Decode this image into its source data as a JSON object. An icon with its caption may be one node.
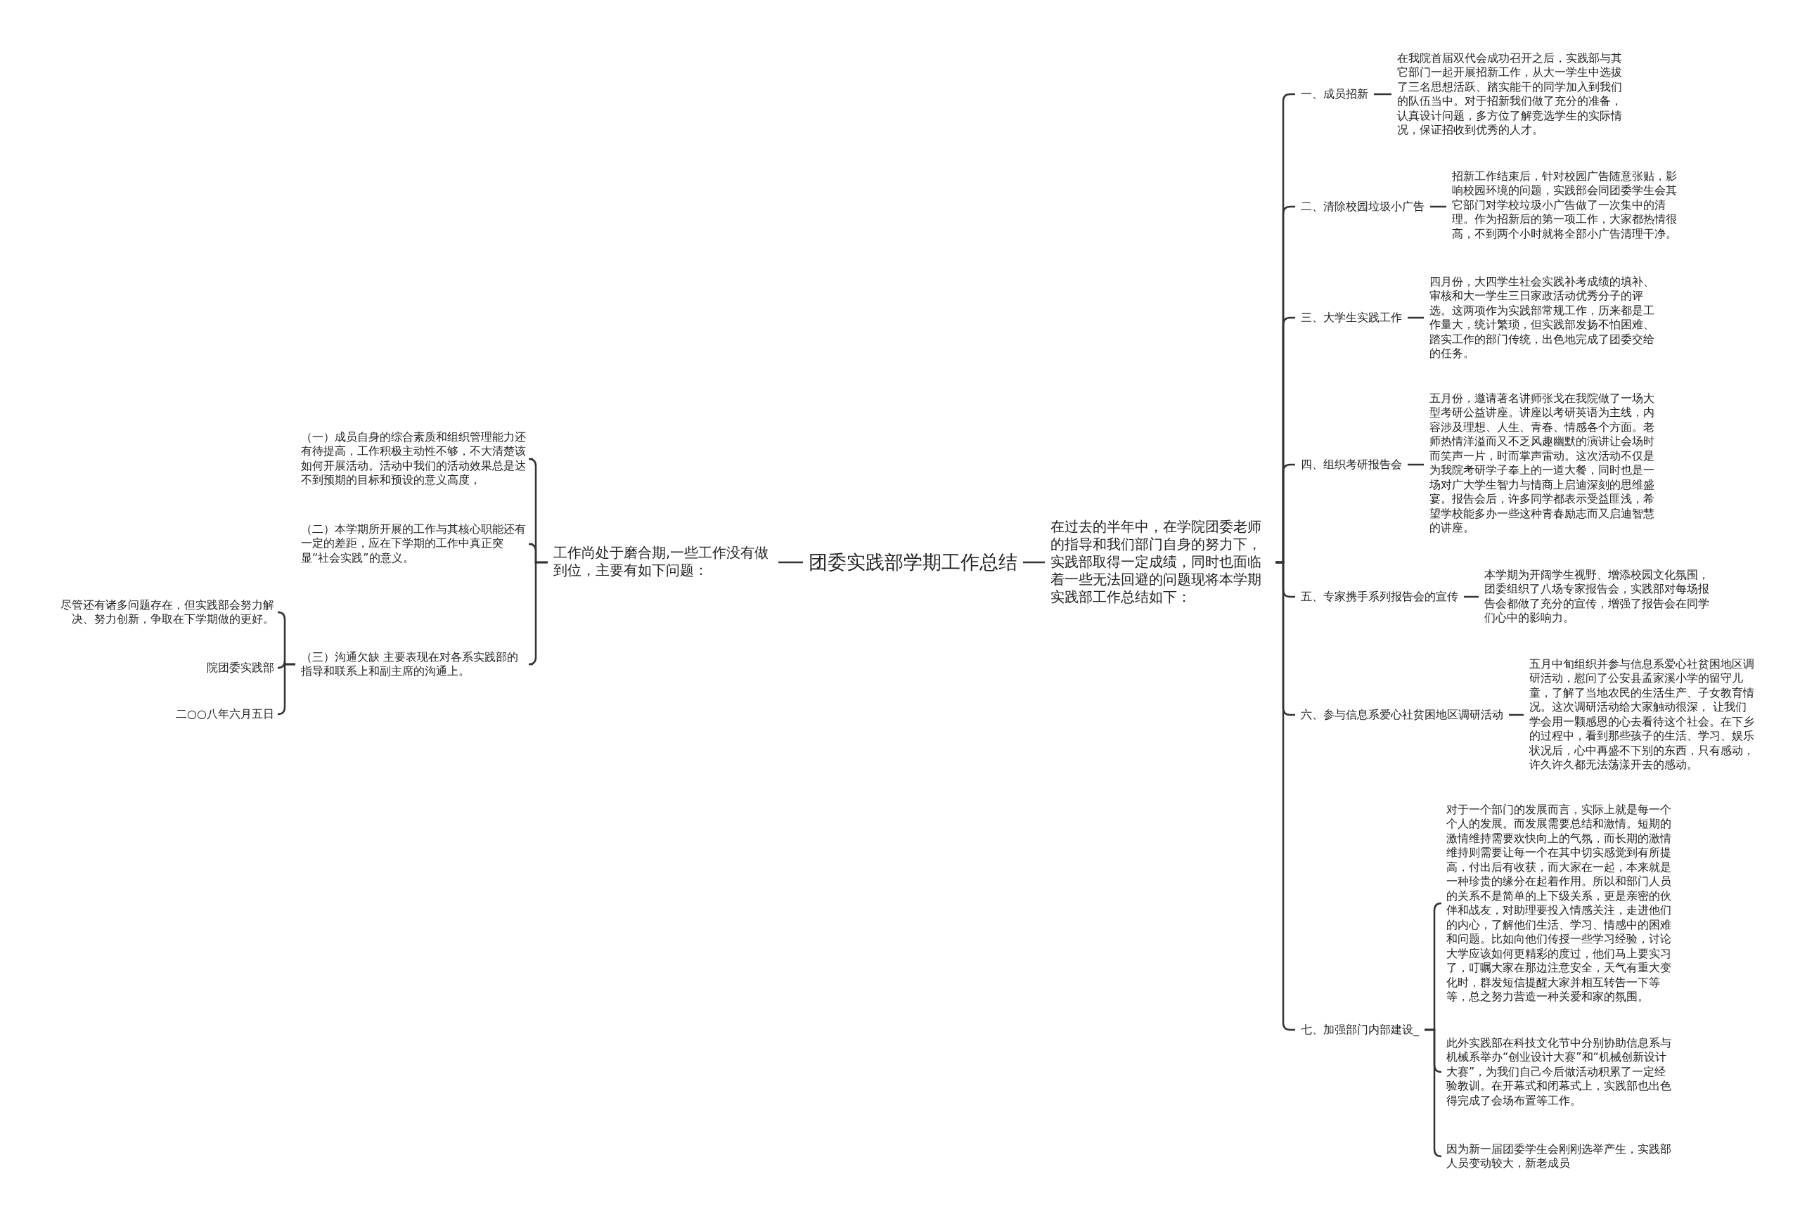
{
  "diagram": {
    "nodes": [
      {
        "text": [
          "团委实践部学期工作总结"
        ]
      },
      {
        "text": [
          "工作尚处于磨合期,一些工作没有做到位，主要有如下问题："
        ]
      },
      {
        "text": [
          "在过去的半年中，在学院团委老师的指导和我们部门自身的努力下，实践部取得一定成绩，同时也面临着一些无法回避的问题现将本学期实践部工作总结如下："
        ]
      },
      {
        "text": [
          "（一）成员自身的综合素质和组织管理能力还有待提高，工作积极主动性不够，不大清楚该如何开展活动。活动中我们的活动效果总是达不到预期的目标和预设的意义高度，"
        ]
      },
      {
        "text": [
          "（二）本学期所开展的工作与其核心职能还有一定的差距，应在下学期的工作中真正突显“社会实践”的意义。"
        ]
      },
      {
        "text": [
          "（三）沟通欠缺 主要表现在对各系实践部的指导和联系上和副主席的沟通上。"
        ]
      },
      {
        "text": [
          "尽管还有诸多问题存在，但实践部会努力解决、努力创新，争取在下学期做的更好。"
        ]
      },
      {
        "text": [
          "院团委实践部"
        ]
      },
      {
        "text": [
          "二○○八年六月五日"
        ]
      },
      {
        "text": [
          "一、成员招新"
        ]
      },
      {
        "text": [
          "在我院首届双代会成功召开之后，实践部与其它部门一起开展招新工作，从大一学生中选拔了三名思想活跃、踏实能干的同学加入到我们的队伍当中。对于招新我们做了充分的准备，认真设计问题，多方位了解竞选学生的实际情况，保证招收到优秀的人才。"
        ]
      },
      {
        "text": [
          "二、清除校园垃圾小广告"
        ]
      },
      {
        "text": [
          "招新工作结束后，针对校园广告随意张贴，影响校园环境的问题，实践部会同团委学生会其它部门对学校垃圾小广告做了一次集中的清理。作为招新后的第一项工作，大家都热情很高，不到两个小时就将全部小广告清理干净。"
        ]
      },
      {
        "text": [
          "三、大学生实践工作"
        ]
      },
      {
        "text": [
          "四月份，大四学生社会实践补考成绩的填补、审核和大一学生三日家政活动优秀分子的评选。这两项作为实践部常规工作，历来都是工作量大，统计繁琐，但实践部发扬不怕困难、踏实工作的部门传统，出色地完成了团委交给的任务。"
        ]
      },
      {
        "text": [
          "四、组织考研报告会"
        ]
      },
      {
        "text": [
          "五月份，邀请著名讲师张戈在我院做了一场大型考研公益讲座。讲座以考研英语为主线，内容涉及理想、人生、青春、情感各个方面。老师热情洋溢而又不乏风趣幽默的演讲让会场时而笑声一片，时而掌声雷动。这次活动不仅是为我院考研学子奉上的一道大餐，同时也是一场对广大学生智力与情商上启迪深刻的思维盛宴。报告会后，许多同学都表示受益匪浅，希望学校能多办一些这种青春励志而又启迪智慧的讲座。"
        ]
      },
      {
        "text": [
          "五、专家携手系列报告会的宣传"
        ]
      },
      {
        "text": [
          "本学期为开阔学生视野、增添校园文化氛围，团委组织了八场专家报告会，实践部对每场报告会都做了充分的宣传，增强了报告会在同学们心中的影响力。"
        ]
      },
      {
        "text": [
          "六、参与信息系爱心社贫困地区调研活动"
        ]
      },
      {
        "text": [
          "五月中旬组织并参与信息系爱心社贫困地区调研活动，慰问了公安县孟家溪小学的留守儿童，了解了当地农民的生活生产、子女教育情况。这次调研活动给大家触动很深， 让我们学会用一颗感恩的心去看待这个社会。在下乡的过程中，看到那些孩子的生活、学习、娱乐状况后，心中再盛不下别的东西，只有感动，许久许久都无法荡漾开去的感动。"
        ]
      },
      {
        "text": [
          "七、加强部门内部建设_"
        ]
      },
      {
        "text": [
          "对于一个部门的发展而言，实际上就是每一个个人的发展。而发展需要总结和激情。短期的激情维持需要欢快向上的气氛，而长期的激情维持则需要让每一个在其中切实感觉到有所提高，付出后有收获，而大家在一起，本来就是一种珍贵的缘分在起着作用。所以和部门人员的关系不是简单的上下级关系，更是亲密的伙伴和战友，对助理要投入情感关注，走进他们的内心，了解他们生活、学习、情感中的困难和问题。比如向他们传授一些学习经验，讨论大学应该如何更精彩的度过，他们马上要实习了，叮嘱大家在那边注意安全，天气有重大变化时，群发短信提醒大家并相互转告一下等等，总之努力营造一种关爱和家的氛围。"
        ]
      },
      {
        "text": [
          "此外实践部在科技文化节中分别协助信息系与机械系举办“创业设计大赛”和“机械创新设计大赛”，为我们自己今后做活动积累了一定经验教训。在开幕式和闭幕式上，实践部也出色得完成了会场布置等工作。"
        ]
      },
      {
        "text": [
          "因为新一届团委学生会刚刚选举产生，实践部人员变动较大，新老成员"
        ]
      }
    ],
    "edges": [
      {
        "from": 0,
        "to": 1,
        "arrow": "none"
      },
      {
        "from": 0,
        "to": 2,
        "arrow": "none"
      },
      {
        "from": 1,
        "to": 3,
        "arrow": "none"
      },
      {
        "from": 1,
        "to": 4,
        "arrow": "none"
      },
      {
        "from": 1,
        "to": 5,
        "arrow": "none"
      },
      {
        "from": 5,
        "to": 6,
        "arrow": "none"
      },
      {
        "from": 5,
        "to": 7,
        "arrow": "none"
      },
      {
        "from": 5,
        "to": 8,
        "arrow": "none"
      },
      {
        "from": 2,
        "to": 9,
        "arrow": "none"
      },
      {
        "from": 2,
        "to": 11,
        "arrow": "none"
      },
      {
        "from": 2,
        "to": 13,
        "arrow": "none"
      },
      {
        "from": 2,
        "to": 15,
        "arrow": "none"
      },
      {
        "from": 2,
        "to": 17,
        "arrow": "none"
      },
      {
        "from": 2,
        "to": 19,
        "arrow": "none"
      },
      {
        "from": 2,
        "to": 21,
        "arrow": "none"
      },
      {
        "from": 9,
        "to": 10,
        "arrow": "none"
      },
      {
        "from": 11,
        "to": 12,
        "arrow": "none"
      },
      {
        "from": 13,
        "to": 14,
        "arrow": "none"
      },
      {
        "from": 15,
        "to": 16,
        "arrow": "none"
      },
      {
        "from": 17,
        "to": 18,
        "arrow": "none"
      },
      {
        "from": 19,
        "to": 20,
        "arrow": "none"
      },
      {
        "from": 21,
        "to": 22,
        "arrow": "none"
      },
      {
        "from": 21,
        "to": 23,
        "arrow": "none"
      },
      {
        "from": 21,
        "to": 24,
        "arrow": "none"
      }
    ]
  }
}
